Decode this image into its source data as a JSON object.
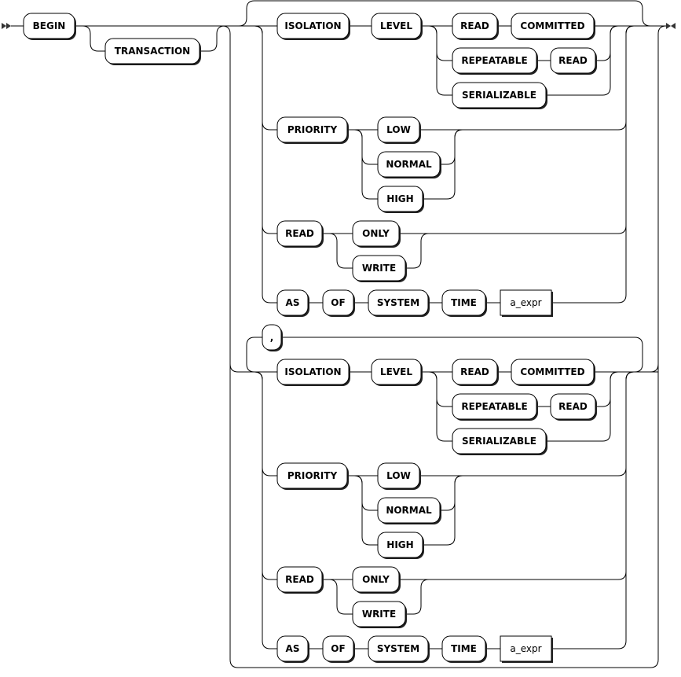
{
  "start": {
    "begin": "BEGIN",
    "transaction": "TRANSACTION"
  },
  "groups": [
    {
      "isolation": "ISOLATION",
      "level": "LEVEL",
      "read_committed": [
        "READ",
        "COMMITTED"
      ],
      "repeatable_read": [
        "REPEATABLE",
        "READ"
      ],
      "serializable": "SERIALIZABLE",
      "priority": "PRIORITY",
      "low": "LOW",
      "normal": "NORMAL",
      "high": "HIGH",
      "read": "READ",
      "only": "ONLY",
      "write": "WRITE",
      "as": "AS",
      "of": "OF",
      "system": "SYSTEM",
      "time": "TIME",
      "a_expr": "a_expr"
    },
    {
      "isolation": "ISOLATION",
      "level": "LEVEL",
      "read_committed": [
        "READ",
        "COMMITTED"
      ],
      "repeatable_read": [
        "REPEATABLE",
        "READ"
      ],
      "serializable": "SERIALIZABLE",
      "priority": "PRIORITY",
      "low": "LOW",
      "normal": "NORMAL",
      "high": "HIGH",
      "read": "READ",
      "only": "ONLY",
      "write": "WRITE",
      "as": "AS",
      "of": "OF",
      "system": "SYSTEM",
      "time": "TIME",
      "a_expr": "a_expr"
    }
  ],
  "separator": ","
}
